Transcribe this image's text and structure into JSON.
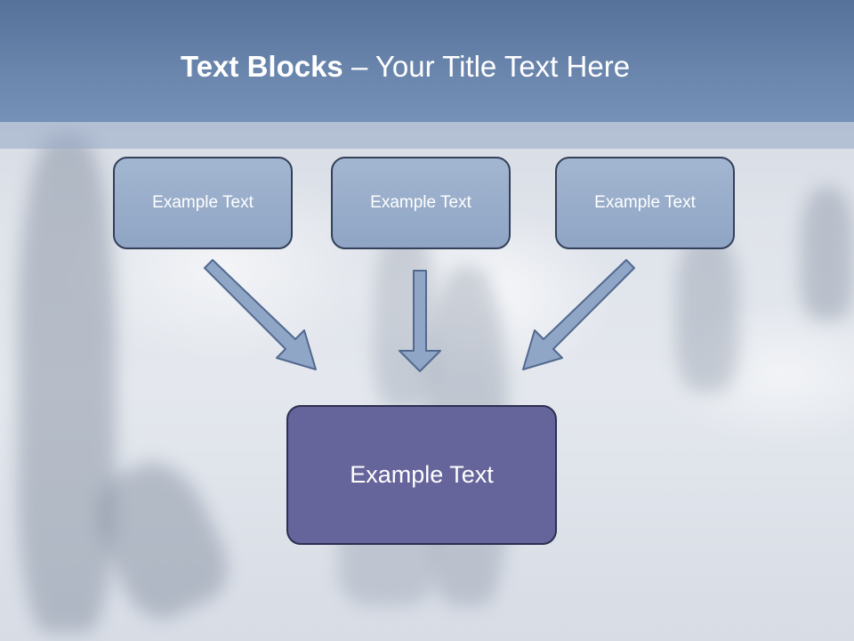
{
  "header": {
    "title_bold": "Text Blocks",
    "title_dash": " – ",
    "title_rest": "Your Title Text Here"
  },
  "boxes": {
    "top": [
      {
        "label": "Example Text"
      },
      {
        "label": "Example Text"
      },
      {
        "label": "Example Text"
      }
    ],
    "main": {
      "label": "Example Text"
    }
  },
  "colors": {
    "header": "#6b86ad",
    "top_box": "#95aac8",
    "main_box": "#65649b",
    "arrow": "#8fa6c6",
    "border": "#33405a"
  },
  "icons": {
    "arrows": [
      "arrow-down-right-icon",
      "arrow-down-icon",
      "arrow-down-left-icon"
    ]
  }
}
